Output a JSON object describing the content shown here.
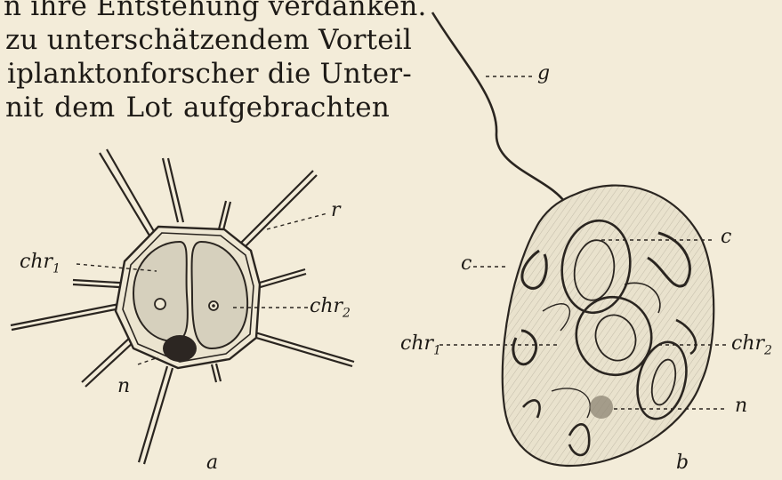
{
  "text": {
    "lines": [
      "n ihre Entstehung verdanken.",
      "zu unterschätzendem Vorteil",
      "iplanktonforscher die Unter-",
      "nit dem Lot aufgebrachten"
    ]
  },
  "figure_a": {
    "labels": {
      "chr1": "chr",
      "chr1_sub": "1",
      "chr2": "chr",
      "chr2_sub": "2",
      "r": "r",
      "n": "n",
      "a": "a"
    }
  },
  "figure_b": {
    "labels": {
      "g": "g",
      "c_right": "c",
      "c_left": "c",
      "chr1": "chr",
      "chr1_sub": "1",
      "chr2": "chr",
      "chr2_sub": "2",
      "n": "n",
      "b": "b"
    }
  },
  "colors": {
    "paper": "#f3ecd9",
    "ink": "#1d1a16",
    "cell_fill": "#e7e0cb",
    "chromatophore": "#d2cdbb"
  }
}
